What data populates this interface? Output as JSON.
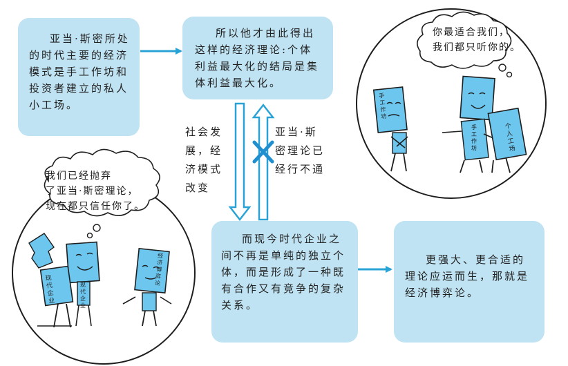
{
  "boxes": {
    "box1": "亚当·斯密所处的时代主要的经济模式是手工作坊和投资者建立的私人小工场。",
    "box2": "所以他才由此得出这样的经济理论:个体利益最大化的结局是集体利益最大化。",
    "box3": "而现今时代企业之间不再是单纯的独立个体，而是形成了一种既有合作又有竞争的复杂关系。",
    "box4": "更强大、更合适的理论应运而生，那就是经济博弈论。"
  },
  "arrow_labels": {
    "down": "社会发\n展，经\n济模式\n改变",
    "up": "亚当·斯\n密理论已\n经行不通"
  },
  "bubbles": {
    "left": "我们已经抛弃\n了亚当·斯密理论，\n现在都只信任你了。",
    "right": "你最适合我们，\n我们都只听你的。"
  },
  "character_signs": {
    "left_sign_a": "现代企业",
    "left_sign_b": "现代企业",
    "left_sign_c": "经济博弈论",
    "right_sign_a": "手工作坊",
    "right_sign_b": "手工作坊",
    "right_sign_c": "个人工场"
  },
  "colors": {
    "box_fill": "#bfe3f2",
    "arrow": "#29a3d6",
    "cross": "#1f8fd0",
    "figure_fill": "#6cc6ee",
    "circle_stroke": "#1e1e1e"
  }
}
